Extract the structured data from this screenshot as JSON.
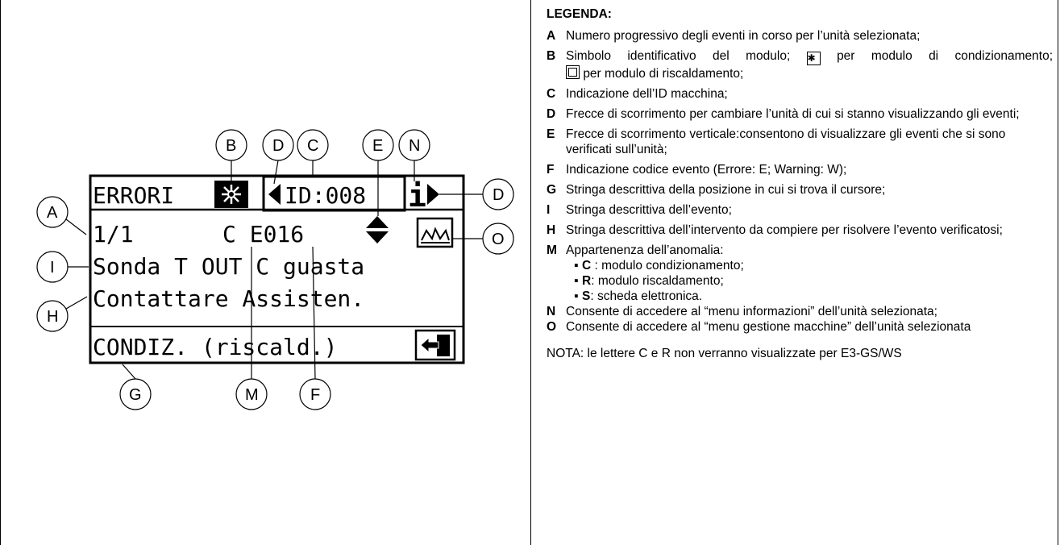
{
  "display": {
    "title": "ERRORI",
    "unit_id": "ID:008",
    "info_symbol": "i",
    "event_counter": "1/1",
    "event_code": "C E016",
    "line_event": "Sonda T OUT C guasta",
    "line_action": "Contattare Assisten.",
    "line_cursor": "CONDIZ. (riscald.)"
  },
  "callouts": [
    "A",
    "B",
    "C",
    "D",
    "D",
    "E",
    "F",
    "G",
    "H",
    "I",
    "M",
    "N",
    "O"
  ],
  "legend": {
    "title": "LEGENDA:",
    "entries": [
      {
        "key": "A",
        "text": "Numero progressivo degli eventi in corso per l’unità selezionata;"
      },
      {
        "key": "B",
        "text_1": "Simbolo identificativo del modulo;",
        "text_2": "per modulo di condizionamento;",
        "text_3": "per modulo di riscaldamento;"
      },
      {
        "key": "C",
        "text": "Indicazione dell’ID macchina;"
      },
      {
        "key": "D",
        "text": "Frecce di scorrimento per cambiare l’unità di cui si stanno visualizzando gli eventi;"
      },
      {
        "key": "E",
        "text": "Frecce di scorrimento verticale:consentono di visualizzare gli eventi che si sono verificati sull’unità;"
      },
      {
        "key": "F",
        "text": "Indicazione codice evento (Errore: E; Warning: W);"
      },
      {
        "key": "G",
        "text": "Stringa descrittiva della posizione in cui si trova il cursore;"
      },
      {
        "key": "I",
        "text": "Stringa descrittiva dell’evento;"
      },
      {
        "key": "H",
        "text": "Stringa descrittiva dell’intervento da compiere per risolvere l’evento verificatosi;"
      },
      {
        "key": "M",
        "text": "Appartenenza dell’anomalia:",
        "sub": [
          {
            "letter": "C",
            "text": " : modulo condizionamento;"
          },
          {
            "letter": "R",
            "text": ": modulo riscaldamento;"
          },
          {
            "letter": "S",
            "text": ": scheda elettronica."
          }
        ]
      },
      {
        "key": "N",
        "text": "Consente di accedere al “menu informazioni” dell’unità selezionata;"
      },
      {
        "key": "O",
        "text": "Consente di accedere al “menu gestione macchine” dell’unità selezionata"
      }
    ],
    "note": "NOTA: le lettere C e R non verranno visualizzate per E3-GS/WS"
  }
}
